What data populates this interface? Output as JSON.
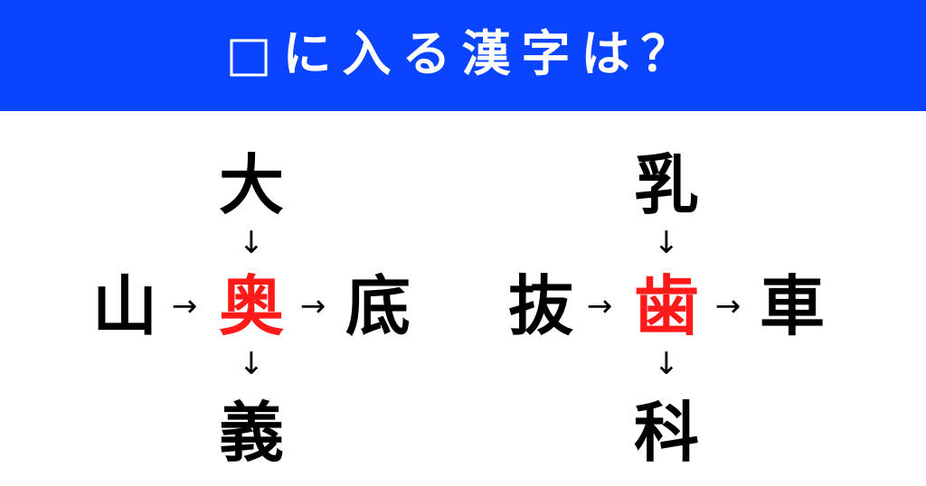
{
  "header": {
    "title": "□に入る漢字は？",
    "background_color": "#0b44ff"
  },
  "puzzles": [
    {
      "top": "大",
      "left": "山",
      "center": "奥",
      "right": "底",
      "bottom": "義"
    },
    {
      "top": "乳",
      "left": "抜",
      "center": "歯",
      "right": "車",
      "bottom": "科"
    }
  ],
  "arrows": {
    "down": "↓",
    "right": "→"
  },
  "colors": {
    "answer": "#ff1a1a",
    "text": "#000000"
  }
}
